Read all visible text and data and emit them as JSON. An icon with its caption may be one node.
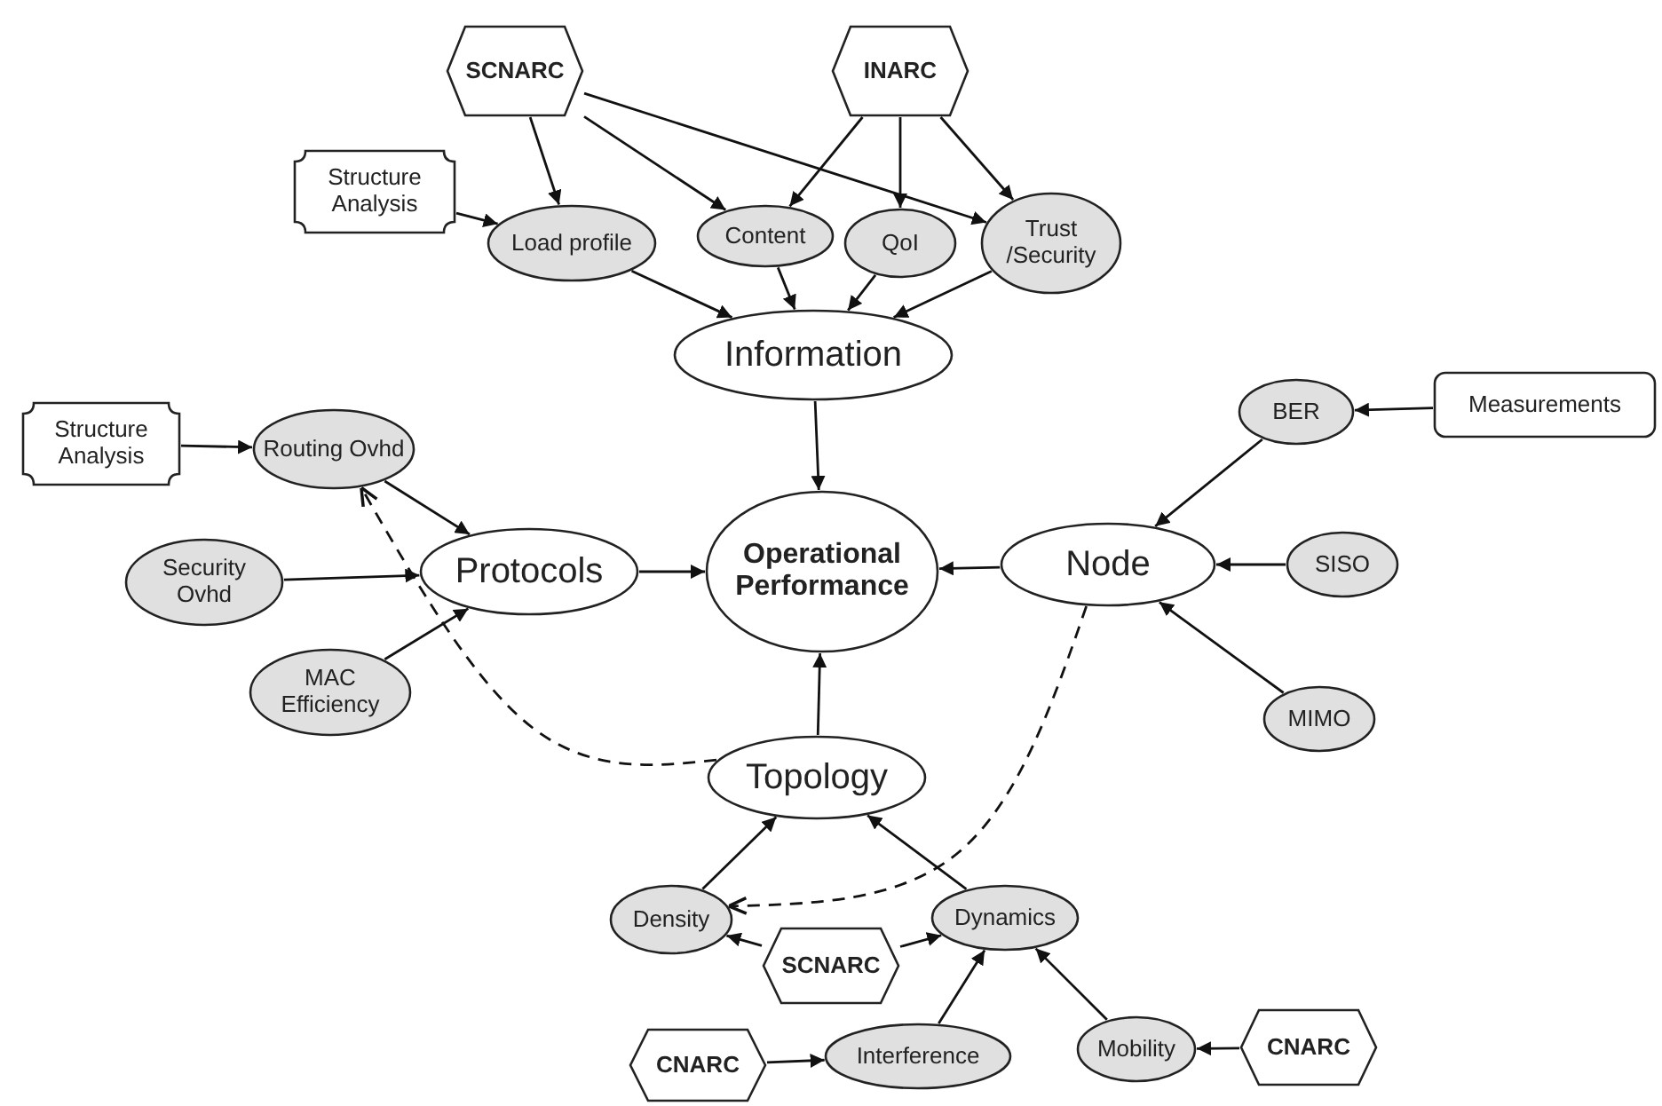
{
  "diagram": {
    "nodes": [
      {
        "text": [
          "SCNARC"
        ]
      },
      {
        "text": [
          "INARC"
        ]
      },
      {
        "text": [
          "Structure Analysis"
        ]
      },
      {
        "text": [
          "Load profile"
        ]
      },
      {
        "text": [
          "Content"
        ]
      },
      {
        "text": [
          "QoI"
        ]
      },
      {
        "text": [
          "Trust /Security"
        ]
      },
      {
        "text": [
          "Information"
        ]
      },
      {
        "text": [
          "Structure Analysis"
        ]
      },
      {
        "text": [
          "Routing Ovhd"
        ]
      },
      {
        "text": [
          "Security Ovhd"
        ]
      },
      {
        "text": [
          "Protocols"
        ]
      },
      {
        "text": [
          "Operational Performance"
        ]
      },
      {
        "text": [
          "Node"
        ]
      },
      {
        "text": [
          "BER"
        ]
      },
      {
        "text": [
          "Measurements"
        ]
      },
      {
        "text": [
          "SISO"
        ]
      },
      {
        "text": [
          "MAC Efficiency"
        ]
      },
      {
        "text": [
          "MIMO"
        ]
      },
      {
        "text": [
          "Topology"
        ]
      },
      {
        "text": [
          "Density"
        ]
      },
      {
        "text": [
          "SCNARC"
        ]
      },
      {
        "text": [
          "Dynamics"
        ]
      },
      {
        "text": [
          "CNARC"
        ]
      },
      {
        "text": [
          "Interference"
        ]
      },
      {
        "text": [
          "Mobility"
        ]
      },
      {
        "text": [
          "CNARC"
        ]
      }
    ],
    "edges": [
      {
        "from": 0,
        "to": 3,
        "arrow": "to"
      },
      {
        "from": 0,
        "to": 4,
        "arrow": "to"
      },
      {
        "from": 0,
        "to": 6,
        "arrow": "to"
      },
      {
        "from": 1,
        "to": 4,
        "arrow": "to"
      },
      {
        "from": 1,
        "to": 5,
        "arrow": "to"
      },
      {
        "from": 1,
        "to": 6,
        "arrow": "to"
      },
      {
        "from": 2,
        "to": 3,
        "arrow": "to"
      },
      {
        "from": 3,
        "to": 7,
        "arrow": "to"
      },
      {
        "from": 4,
        "to": 7,
        "arrow": "to"
      },
      {
        "from": 5,
        "to": 7,
        "arrow": "to"
      },
      {
        "from": 6,
        "to": 7,
        "arrow": "to"
      },
      {
        "from": 7,
        "to": 12,
        "arrow": "to"
      },
      {
        "from": 8,
        "to": 9,
        "arrow": "to"
      },
      {
        "from": 9,
        "to": 11,
        "arrow": "to"
      },
      {
        "from": 10,
        "to": 11,
        "arrow": "to"
      },
      {
        "from": 17,
        "to": 11,
        "arrow": "to"
      },
      {
        "from": 11,
        "to": 12,
        "arrow": "to"
      },
      {
        "from": 13,
        "to": 12,
        "arrow": "to"
      },
      {
        "from": 14,
        "to": 13,
        "arrow": "to"
      },
      {
        "from": 15,
        "to": 14,
        "arrow": "to"
      },
      {
        "from": 16,
        "to": 13,
        "arrow": "to"
      },
      {
        "from": 18,
        "to": 13,
        "arrow": "to"
      },
      {
        "from": 19,
        "to": 12,
        "arrow": "to"
      },
      {
        "from": 19,
        "to": 9,
        "arrow": "to",
        "style": "dashed"
      },
      {
        "from": 13,
        "to": 20,
        "arrow": "to",
        "style": "dashed"
      },
      {
        "from": 20,
        "to": 19,
        "arrow": "to"
      },
      {
        "from": 22,
        "to": 19,
        "arrow": "to"
      },
      {
        "from": 21,
        "to": 20,
        "arrow": "to"
      },
      {
        "from": 21,
        "to": 22,
        "arrow": "to"
      },
      {
        "from": 23,
        "to": 24,
        "arrow": "to"
      },
      {
        "from": 24,
        "to": 22,
        "arrow": "to"
      },
      {
        "from": 26,
        "to": 25,
        "arrow": "to"
      },
      {
        "from": 25,
        "to": 22,
        "arrow": "to"
      }
    ]
  }
}
